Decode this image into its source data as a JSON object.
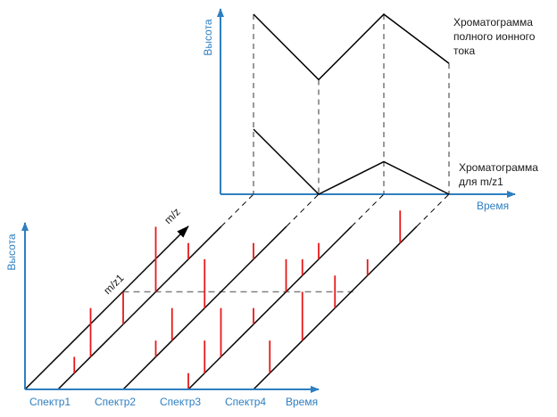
{
  "colors": {
    "axis": "#2e7fc0",
    "peak": "#e8191a",
    "line": "#000000",
    "dash": "#808080"
  },
  "top_chart": {
    "y_label": "Высота",
    "x_label": "Время",
    "tic_label_lines": [
      "Хроматограмма",
      "полного ионного",
      "тока"
    ],
    "xic_label_lines": [
      "Хроматограмма",
      "для m/z1"
    ],
    "tic_values": [
      11,
      7,
      11,
      8
    ],
    "xic_values": [
      4,
      0,
      2,
      0
    ]
  },
  "bottom_chart": {
    "y_label": "Высота",
    "x_label": "Время",
    "mz_axis_label": "m/z",
    "mz1_label": "m/z1",
    "mz1_value": 6,
    "spectra": [
      {
        "label": "Спектр1",
        "peaks": [
          [
            1,
            1
          ],
          [
            2,
            3
          ],
          [
            4,
            2
          ],
          [
            6,
            4
          ],
          [
            8,
            1
          ]
        ]
      },
      {
        "label": "Спектр2",
        "peaks": [
          [
            2,
            1
          ],
          [
            3,
            2
          ],
          [
            5,
            3
          ],
          [
            8,
            1
          ]
        ]
      },
      {
        "label": "Спектр3",
        "peaks": [
          [
            0,
            1
          ],
          [
            1,
            2
          ],
          [
            2,
            3
          ],
          [
            4,
            1
          ],
          [
            6,
            2
          ],
          [
            7,
            1
          ],
          [
            8,
            1
          ]
        ]
      },
      {
        "label": "Спектр4",
        "peaks": [
          [
            1,
            2
          ],
          [
            3,
            3
          ],
          [
            5,
            2
          ],
          [
            7,
            1
          ],
          [
            9,
            2
          ]
        ]
      }
    ]
  }
}
